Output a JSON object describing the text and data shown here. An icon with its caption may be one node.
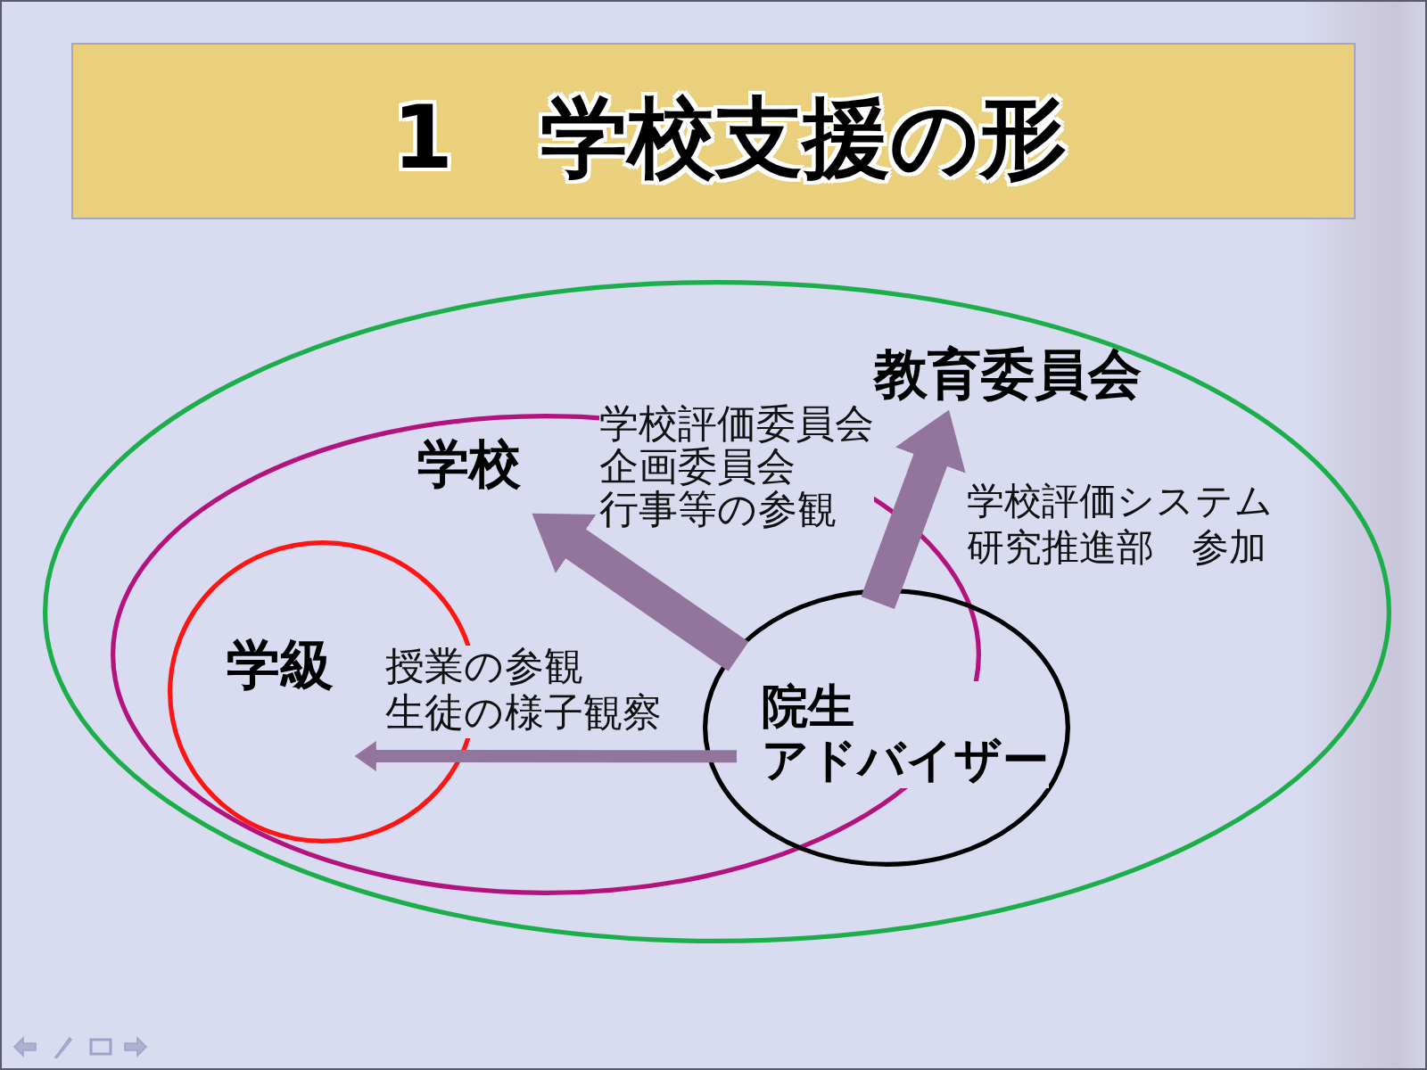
{
  "diagram": {
    "title": "1　学校支援の形",
    "nodes": [
      {
        "text": [
          "教育委員会"
        ]
      },
      {
        "text": [
          "学校"
        ],
        "in": 0
      },
      {
        "text": [
          "学級"
        ],
        "in": 1
      },
      {
        "text": [
          "院生アドバイザー"
        ],
        "in": 0
      }
    ],
    "edges": [
      {
        "from": 3,
        "to": 1,
        "arrow": "to",
        "label": "学校評価委員会企画委員会行事等の参観"
      },
      {
        "from": 3,
        "to": 0,
        "arrow": "to",
        "label": "学校評価システム研究推進部　参加"
      },
      {
        "from": 3,
        "to": 2,
        "arrow": "to",
        "label": "授業の参観生徒の様子観察"
      }
    ]
  }
}
